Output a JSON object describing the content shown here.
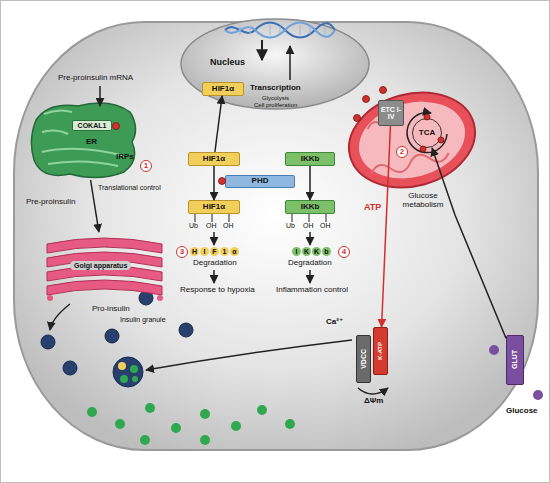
{
  "diagram": {
    "nodes": [
      {
        "text": [
          "Nucleus"
        ]
      },
      {
        "text": [
          "HIF1α"
        ],
        "in": 0
      },
      {
        "text": [
          "ER"
        ]
      },
      {
        "text": [
          "COKAL1"
        ],
        "in": 2
      },
      {
        "text": [
          "Golgi apparatus"
        ]
      },
      {
        "text": [
          "HIF1α"
        ]
      },
      {
        "text": [
          "IKKb"
        ]
      },
      {
        "text": [
          "PHD"
        ]
      },
      {
        "text": [
          "HIF1α"
        ]
      },
      {
        "text": [
          "IKKb"
        ]
      },
      {
        "text": [
          "ETC I-IV"
        ]
      },
      {
        "text": [
          "TCA"
        ]
      },
      {
        "text": [
          "GLUT"
        ]
      },
      {
        "text": [
          "VDCC"
        ]
      },
      {
        "text": [
          "K-ATP"
        ]
      }
    ],
    "edges": [
      {
        "from": 5,
        "to": 1,
        "arrow": "to"
      },
      {
        "from": 5,
        "to": 8,
        "arrow": "to"
      },
      {
        "from": 6,
        "to": 9,
        "arrow": "to"
      },
      {
        "from": 2,
        "to": 4,
        "label": "Pre-proinsulin",
        "arrow": "to"
      },
      {
        "from": 12,
        "to": 11,
        "label": "Glucose metabolism",
        "arrow": "to"
      },
      {
        "from": 10,
        "to": 14,
        "label": "ATP",
        "arrow": "to"
      }
    ],
    "labels": [
      "Pre-proinsulin mRNA",
      "IRPs",
      "1",
      "Translational control",
      "Pro-insulin",
      "Insulin granule",
      "Transcription",
      "Glycolysis",
      "Cell proliferation",
      "Ub",
      "OH",
      "OH",
      "Ub",
      "OH",
      "OH",
      "3",
      "4",
      "H",
      "I",
      "F",
      "1",
      "α",
      "I",
      "K",
      "K",
      "b",
      "Degradation",
      "Degradation",
      "Response to hypoxia",
      "Inflammation control",
      "2",
      "Ca²⁺",
      "ΔΨm",
      "Glucose"
    ]
  }
}
